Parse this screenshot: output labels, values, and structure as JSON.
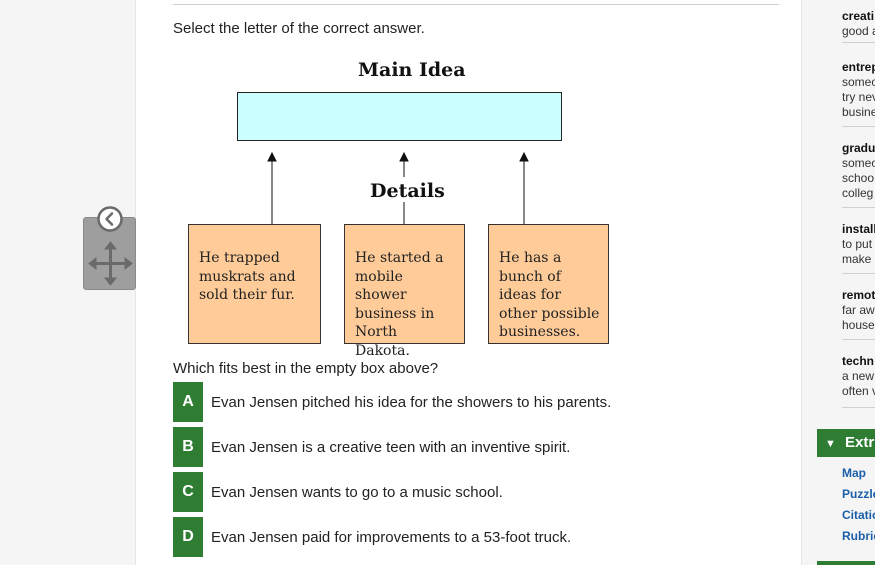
{
  "question_panel": {
    "instruction": "Select the letter of the correct answer.",
    "diagram": {
      "main_idea_label": "Main Idea",
      "details_label": "Details",
      "details": [
        "He trapped muskrats and sold their fur.",
        "He started a mobile shower business in North Dakota.",
        "He has a bunch of ideas for other possible businesses."
      ]
    },
    "question": "Which fits best in the empty box above?",
    "answers": [
      {
        "letter": "A",
        "text": "Evan Jensen pitched his idea for the showers to his parents."
      },
      {
        "letter": "B",
        "text": "Evan Jensen is a creative teen with an inventive spirit."
      },
      {
        "letter": "C",
        "text": "Evan Jensen wants to go to a music school."
      },
      {
        "letter": "D",
        "text": "Evan Jensen paid for improvements to a 53-foot truck."
      }
    ],
    "colors": {
      "answer_letter_bg": "#2e7d32",
      "main_box": "#ccffff",
      "detail_box": "#ffcc99"
    }
  },
  "tool_widget": {
    "back_icon": "chevron-left-circle-icon",
    "move_icon": "move-arrows-icon"
  },
  "sidebar": {
    "vocab": [
      {
        "term": "creati",
        "def": [
          "good a"
        ]
      },
      {
        "term": "entrep",
        "def": [
          "someo",
          "try nev",
          "busine"
        ]
      },
      {
        "term": "gradu",
        "def": [
          "someo",
          "schoo",
          "colleg"
        ]
      },
      {
        "term": "install",
        "def": [
          "to put",
          "make"
        ]
      },
      {
        "term": "remot",
        "def": [
          "far aw",
          "house"
        ]
      },
      {
        "term": "techn",
        "def": [
          "a new",
          "often v"
        ]
      }
    ],
    "extras_label": "Extr",
    "extras_links": [
      "Map",
      "Puzzle",
      "Citatio",
      "Rubric"
    ]
  }
}
